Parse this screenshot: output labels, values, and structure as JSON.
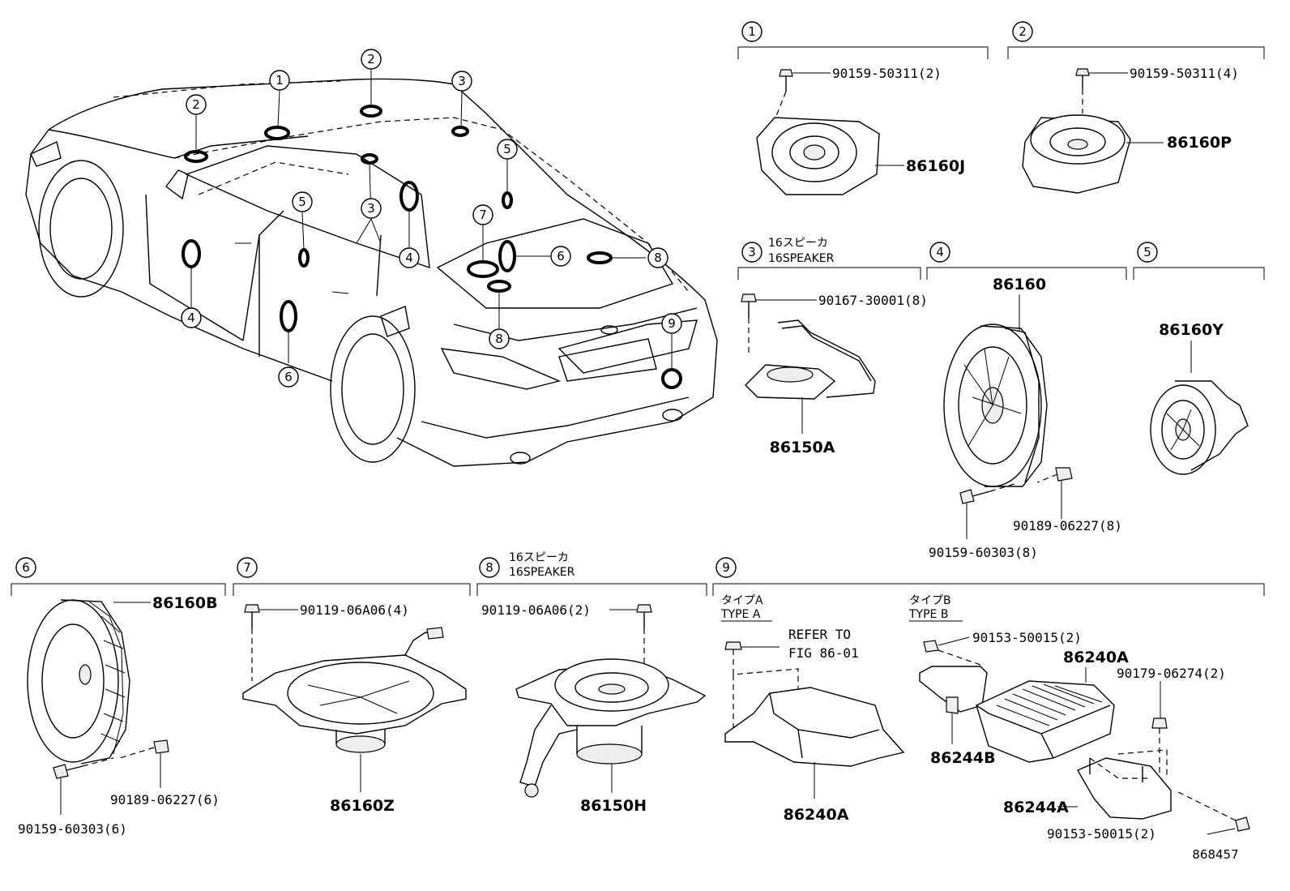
{
  "callouts": {
    "c1": "1",
    "c2": "2",
    "c3": "3",
    "c4": "4",
    "c5": "5",
    "c6": "6",
    "c7": "7",
    "c8": "8",
    "c9": "9"
  },
  "panel1": {
    "screw": "90159-50311(2)",
    "part": "86160J"
  },
  "panel2": {
    "screw": "90159-50311(4)",
    "part": "86160P"
  },
  "panel3": {
    "label_jp": "16スピーカ",
    "label_en": "16SPEAKER",
    "screw": "90167-30001(8)",
    "part": "86150A"
  },
  "panel4": {
    "part": "86160",
    "clip": "90189-06227(8)",
    "screw": "90159-60303(8)"
  },
  "panel5": {
    "part": "86160Y"
  },
  "panel6": {
    "part": "86160B",
    "clip": "90189-06227(6)",
    "screw": "90159-60303(6)"
  },
  "panel7": {
    "screw": "90119-06A06(4)",
    "part": "86160Z"
  },
  "panel8": {
    "label_jp": "16スピーカ",
    "label_en": "16SPEAKER",
    "screw": "90119-06A06(2)",
    "part": "86150H"
  },
  "panel9": {
    "typeA_jp": "タイプA",
    "typeA_en": "TYPE A",
    "refer1": "REFER TO",
    "refer2": "FIG 86-01",
    "partA": "86240A",
    "typeB_jp": "タイプB",
    "typeB_en": "TYPE B",
    "screw_top": "90153-50015(2)",
    "amp": "86240A",
    "nut": "90179-06274(2)",
    "bracket_b": "86244B",
    "bracket_a": "86244A",
    "screw_bottom": "90153-50015(2)"
  },
  "figure_number": "868457"
}
